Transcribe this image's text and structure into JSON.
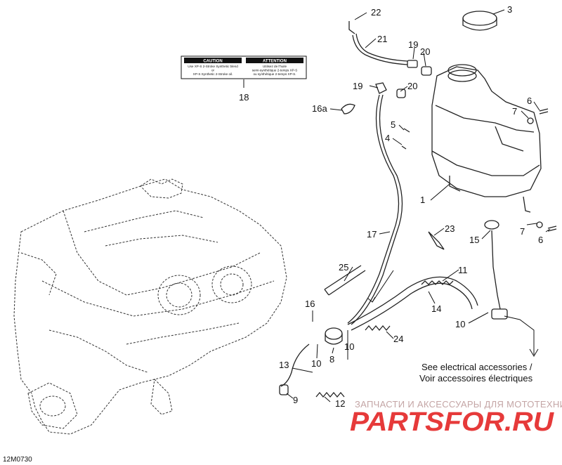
{
  "callouts": {
    "c1": "1",
    "c3": "3",
    "c4": "4",
    "c5": "5",
    "c6a": "6",
    "c6b": "6",
    "c7a": "7",
    "c7b": "7",
    "c8": "8",
    "c9": "9",
    "c10a": "10",
    "c10b": "10",
    "c10c": "10",
    "c11": "11",
    "c12": "12",
    "c13": "13",
    "c14": "14",
    "c15": "15",
    "c16": "16",
    "c16a": "16a",
    "c17": "17",
    "c18": "18",
    "c19a": "19",
    "c19b": "19",
    "c20a": "20",
    "c20b": "20",
    "c21": "21",
    "c22": "22",
    "c23": "23",
    "c24": "24",
    "c25": "25"
  },
  "label_18": {
    "caution_title": "CAUTION",
    "caution_lines": [
      "Use XP-S 2-Stroke Synthetic blend",
      "or",
      "XP-S Synthetic 2-Stroke oil."
    ],
    "attention_title": "ATTENTION",
    "attention_lines": [
      "Utilisez de l'huile",
      "semi-synthétique 2-temps XP-S",
      "ou synthétique 2-temps XP-S."
    ]
  },
  "note": {
    "line1": "See electrical accessories /",
    "line2": "Voir accessoires électriques"
  },
  "watermark": {
    "tagline": "ЗАПЧАСТИ И АКСЕССУАРЫ ДЛЯ МОТОТЕХНИКИ",
    "brand": "PARTSFOR.RU",
    "color": "#e63a3a"
  },
  "figure_code": "12M0730"
}
